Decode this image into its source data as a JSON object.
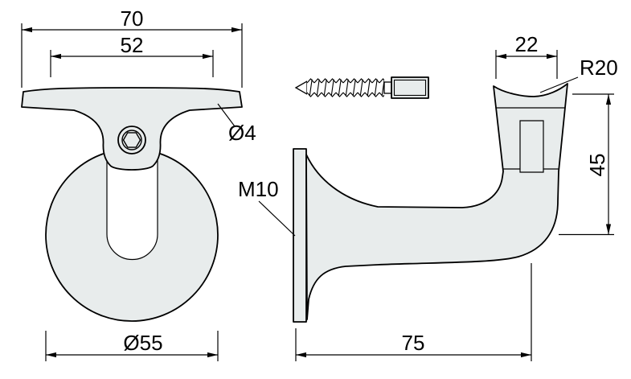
{
  "drawing": {
    "front_view": {
      "outer_width": "70",
      "inner_width": "52",
      "pin_diameter": "Ø4",
      "base_diameter": "Ø55"
    },
    "side_view": {
      "thread_size": "M10",
      "saddle_width": "22",
      "saddle_radius": "R20",
      "height": "45",
      "projection": "75"
    },
    "colors": {
      "part_fill": "#e8ecec",
      "line_color": "#000000",
      "background": "#ffffff"
    }
  }
}
